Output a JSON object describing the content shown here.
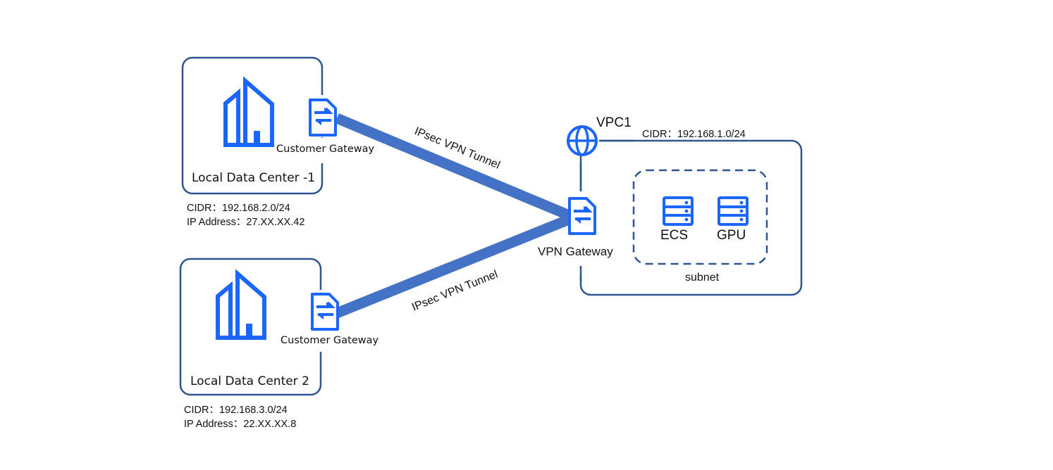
{
  "colors": {
    "icon_blue": "#1a66ff",
    "border_navy": "#2e5591",
    "tunnel_blue": "#4472c4",
    "text": "#111111"
  },
  "data_centers": [
    {
      "name": "Local Data Center -1",
      "gateway_label": "Customer Gateway",
      "cidr": "CIDR：192.168.2.0/24",
      "ip": "IP Address：27.XX.XX.42",
      "icon": "building-icon",
      "gateway_icon": "vpn-gateway-icon"
    },
    {
      "name": "Local Data Center 2",
      "gateway_label": "Customer Gateway",
      "cidr": "CIDR：192.168.3.0/24",
      "ip": "IP Address：22.XX.XX.8",
      "icon": "building-icon",
      "gateway_icon": "vpn-gateway-icon"
    }
  ],
  "tunnels": [
    {
      "label": "IPsec VPN Tunnel"
    },
    {
      "label": "IPsec VPN Tunnel"
    }
  ],
  "vpc": {
    "title": "VPC1",
    "cidr": "CIDR：192.168.1.0/24",
    "icon": "globe-icon",
    "vpn_gateway_label": "VPN Gateway",
    "subnet": {
      "label": "subnet",
      "resources": [
        {
          "label": "ECS",
          "icon": "server-icon"
        },
        {
          "label": "GPU",
          "icon": "server-icon"
        }
      ]
    }
  }
}
